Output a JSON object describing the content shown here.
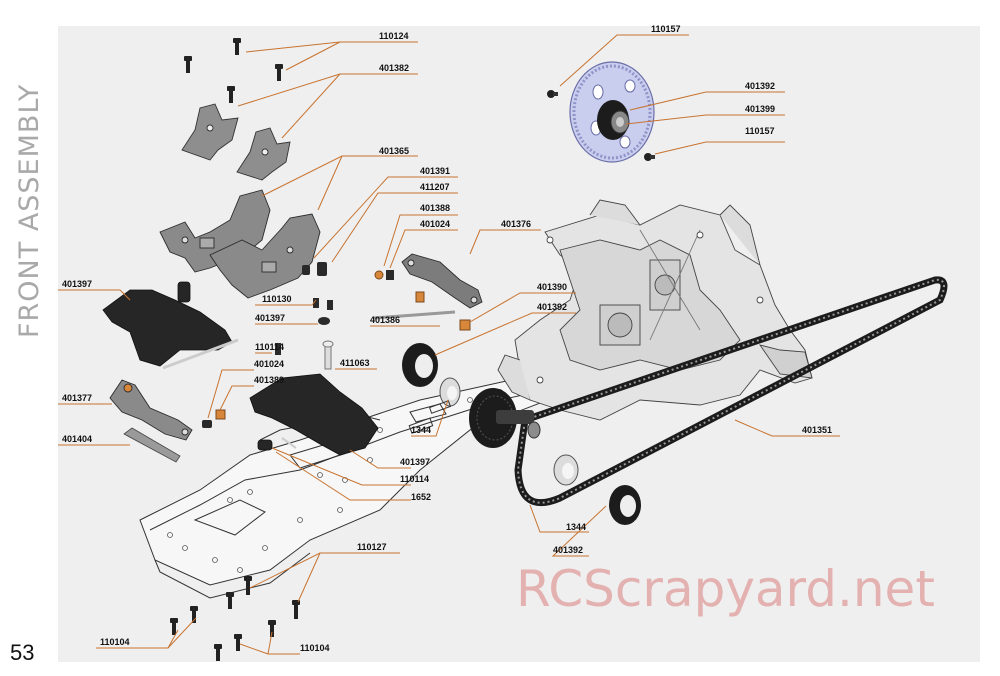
{
  "title": "FRONT ASSEMBLY",
  "page_number": "53",
  "watermark": "RCScrapyard.net",
  "colors": {
    "leader": "#c8732f",
    "panel": "#efefef",
    "part_dark": "#2a2a2a",
    "part_grey": "#8e8e8e",
    "gear_blue": "#c9cdee",
    "accent_orange": "#d8873a"
  },
  "labels": [
    {
      "id": "110124",
      "text": "110124"
    },
    {
      "id": "401382",
      "text": "401382"
    },
    {
      "id": "401365",
      "text": "401365"
    },
    {
      "id": "401391",
      "text": "401391"
    },
    {
      "id": "411207",
      "text": "411207"
    },
    {
      "id": "401388",
      "text": "401388"
    },
    {
      "id": "401024a",
      "text": "401024"
    },
    {
      "id": "401376",
      "text": "401376"
    },
    {
      "id": "401397a",
      "text": "401397"
    },
    {
      "id": "110130",
      "text": "110130"
    },
    {
      "id": "401397b",
      "text": "401397"
    },
    {
      "id": "401386",
      "text": "401386"
    },
    {
      "id": "401390",
      "text": "401390"
    },
    {
      "id": "401392a",
      "text": "401392"
    },
    {
      "id": "110114a",
      "text": "110114"
    },
    {
      "id": "411063",
      "text": "411063"
    },
    {
      "id": "401024b",
      "text": "401024"
    },
    {
      "id": "401389",
      "text": "401389"
    },
    {
      "id": "401377",
      "text": "401377"
    },
    {
      "id": "401404",
      "text": "401404"
    },
    {
      "id": "1344a",
      "text": "1344"
    },
    {
      "id": "401397c",
      "text": "401397"
    },
    {
      "id": "110114b",
      "text": "110114"
    },
    {
      "id": "1652",
      "text": "1652"
    },
    {
      "id": "110157a",
      "text": "110157"
    },
    {
      "id": "401392b",
      "text": "401392"
    },
    {
      "id": "401399",
      "text": "401399"
    },
    {
      "id": "110157b",
      "text": "110157"
    },
    {
      "id": "401351",
      "text": "401351"
    },
    {
      "id": "1344b",
      "text": "1344"
    },
    {
      "id": "401392c",
      "text": "401392"
    },
    {
      "id": "110127",
      "text": "110127"
    },
    {
      "id": "110104a",
      "text": "110104"
    },
    {
      "id": "110104b",
      "text": "110104"
    }
  ]
}
